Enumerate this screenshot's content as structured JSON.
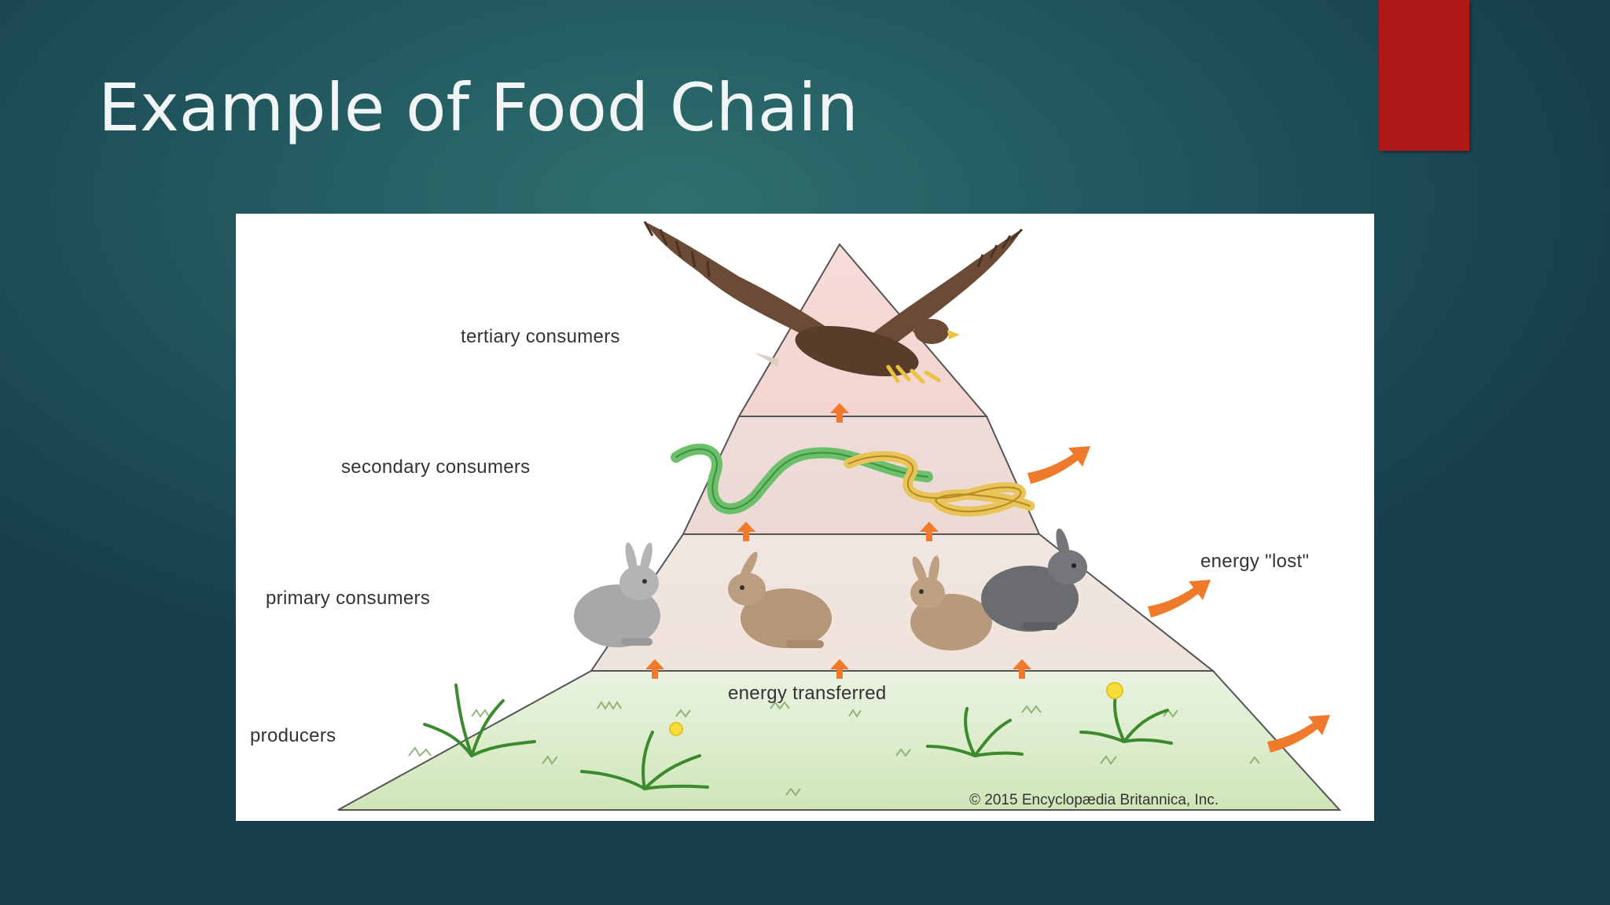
{
  "slide": {
    "title": "Example of Food Chain",
    "accent_color": "#b01717",
    "background_color": "#22595f"
  },
  "diagram": {
    "levels": [
      {
        "label": "tertiary consumers",
        "organisms": "eagle"
      },
      {
        "label": "secondary consumers",
        "organisms": "snakes"
      },
      {
        "label": "primary consumers",
        "organisms": "rabbits"
      },
      {
        "label": "producers",
        "organisms": "plants"
      }
    ],
    "energy_transferred_label": "energy transferred",
    "energy_lost_label": "energy \"lost\"",
    "copyright": "© 2015 Encyclopædia Britannica, Inc.",
    "arrow_color": "#f07a2c"
  }
}
